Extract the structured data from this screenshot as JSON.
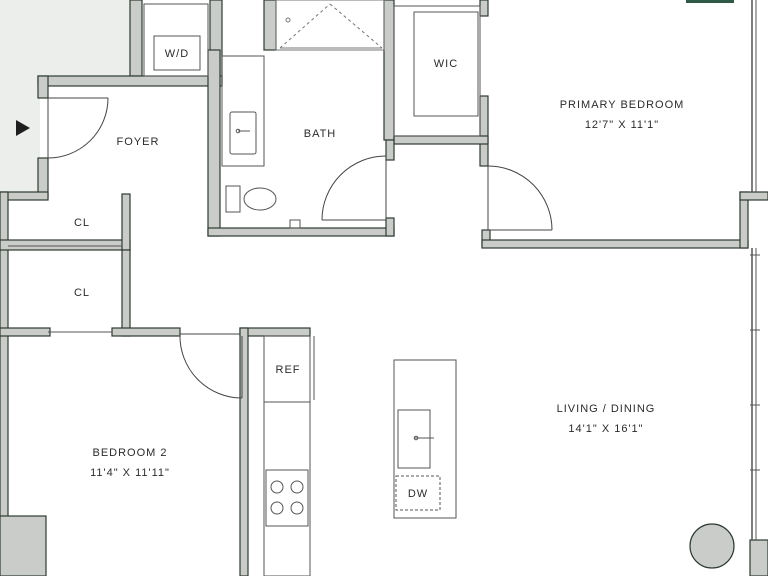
{
  "rooms": {
    "wd": "W/D",
    "wic": "WIC",
    "foyer": "FOYER",
    "bath": "BATH",
    "primary_bedroom": {
      "name": "PRIMARY BEDROOM",
      "dims": "12'7\" X 11'1\""
    },
    "closet_1": "CL",
    "closet_2": "CL",
    "ref": "REF",
    "living_dining": {
      "name": "LIVING / DINING",
      "dims": "14'1\" X 16'1\""
    },
    "bedroom_2": {
      "name": "BEDROOM 2",
      "dims": "11'4\" X 11'11\""
    },
    "dw": "DW"
  },
  "colors": {
    "wall_fill": "#c9ccc9",
    "wall_stroke": "#2f3a33",
    "line": "#555555",
    "accent": "#2e5a47"
  },
  "icons": [
    "entry-arrow-icon",
    "sink-icon",
    "toilet-icon",
    "cooktop-icon",
    "column-icon"
  ]
}
